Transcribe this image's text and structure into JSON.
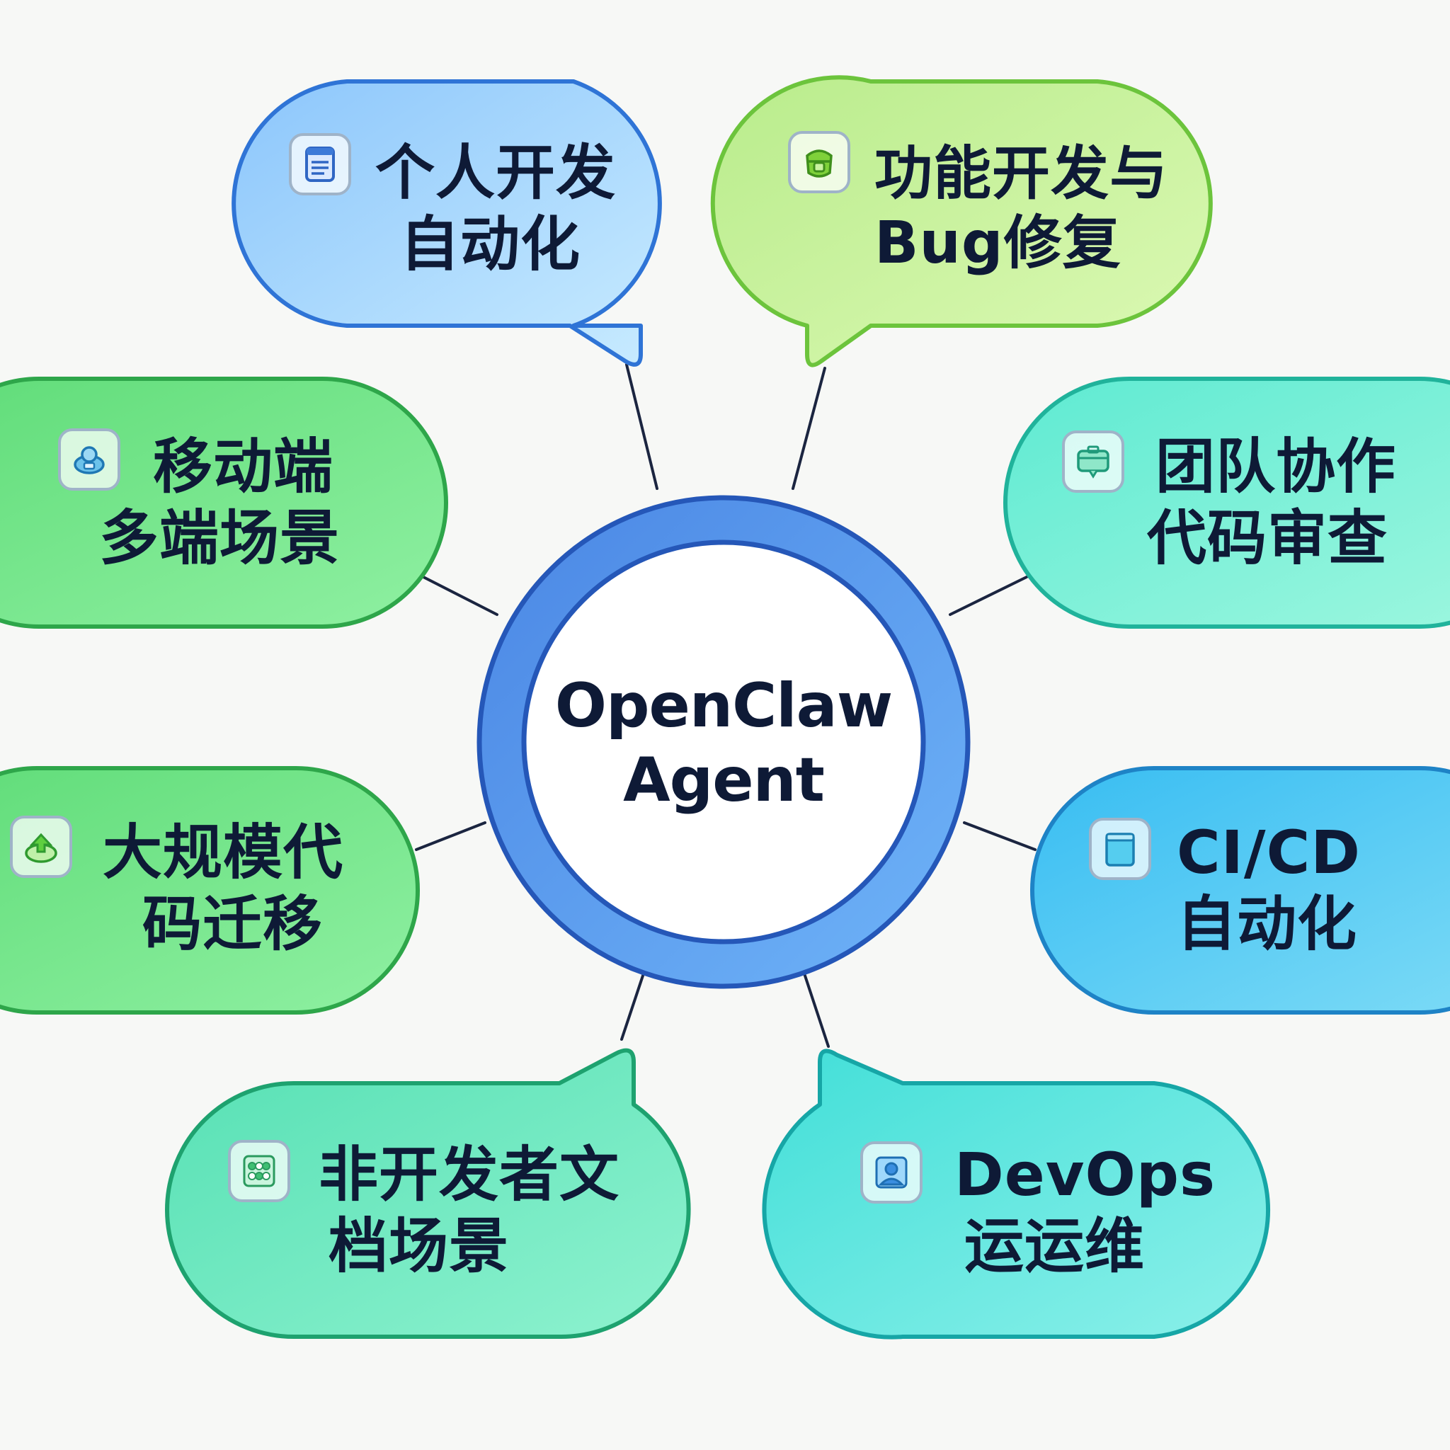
{
  "center": {
    "line1": "OpenClaw",
    "line2": "Agent"
  },
  "nodes": [
    {
      "id": "personal-dev",
      "line1": "个人开发",
      "line2": "自动化",
      "icon": "document-icon"
    },
    {
      "id": "feature-dev",
      "line1": "功能开发与",
      "line2": "Bug修复",
      "icon": "bug-icon"
    },
    {
      "id": "mobile",
      "line1": "移动端",
      "line2": "多端场景",
      "icon": "mobile-icon"
    },
    {
      "id": "team",
      "line1": "团队协作",
      "line2": "代码审查",
      "icon": "chat-icon"
    },
    {
      "id": "migration",
      "line1": "大规模代",
      "line2": "码迁移",
      "icon": "migration-icon"
    },
    {
      "id": "cicd",
      "line1": "CI/CD",
      "line2": "自动化",
      "icon": "window-icon"
    },
    {
      "id": "docs",
      "line1": "非开发者文",
      "line2": "档场景",
      "icon": "grid-icon"
    },
    {
      "id": "devops",
      "line1": "DevOps",
      "line2": "运运维",
      "icon": "user-icon"
    }
  ],
  "colors": {
    "background": "#f7f8f6",
    "ring_outer": "#2d66c9",
    "ring_fill": "#5a9df0",
    "text": "#0e1a36",
    "connector": "#1b2540"
  }
}
